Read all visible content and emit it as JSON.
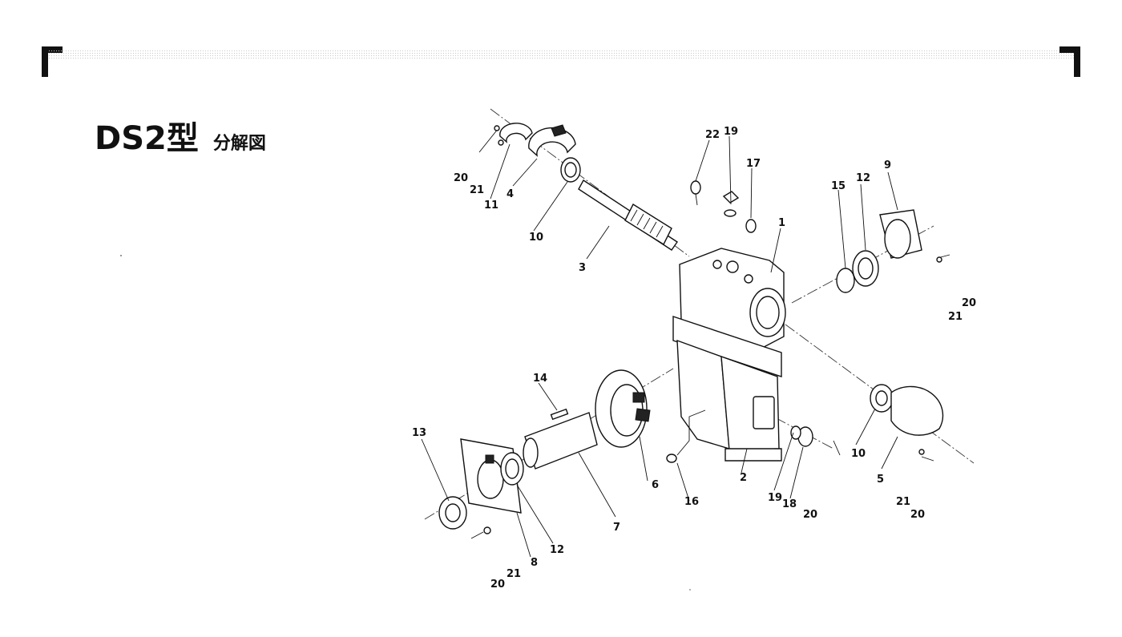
{
  "title": {
    "main": "DS2型",
    "sub": "分解図"
  },
  "callouts": {
    "c1": "1",
    "c2": "2",
    "c3": "3",
    "c4": "4",
    "c5": "5",
    "c6": "6",
    "c7": "7",
    "c8": "8",
    "c9": "9",
    "c10a": "10",
    "c10b": "10",
    "c11": "11",
    "c12a": "12",
    "c12b": "12",
    "c13": "13",
    "c14": "14",
    "c15": "15",
    "c16": "16",
    "c17": "17",
    "c18": "18",
    "c19a": "19",
    "c19b": "19",
    "c20a": "20",
    "c20b": "20",
    "c20c": "20",
    "c20d": "20",
    "c20e": "20",
    "c21a": "21",
    "c21b": "21",
    "c21c": "21",
    "c21d": "21",
    "c22": "22"
  }
}
